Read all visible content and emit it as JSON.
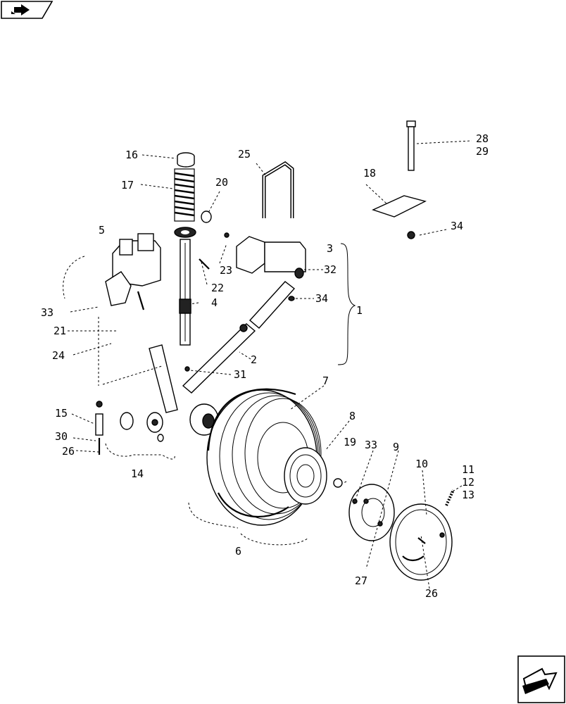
{
  "icons": {
    "top_left": "forward-arrow-tab-icon",
    "bottom_right": "next-page-arrow-icon"
  },
  "labels": {
    "l1": "1",
    "l2": "2",
    "l3": "3",
    "l4": "4",
    "l5": "5",
    "l6": "6",
    "l7": "7",
    "l8": "8",
    "l9": "9",
    "l10": "10",
    "l11": "11",
    "l12": "12",
    "l13": "13",
    "l14": "14",
    "l15": "15",
    "l16": "16",
    "l17": "17",
    "l18": "18",
    "l19": "19",
    "l20": "20",
    "l21": "21",
    "l22": "22",
    "l23": "23",
    "l24": "24",
    "l25": "25",
    "l26a": "26",
    "l26b": "26",
    "l27": "27",
    "l28": "28",
    "l29": "29",
    "l30": "30",
    "l31": "31",
    "l32": "32",
    "l33a": "33",
    "l33b": "33",
    "l34a": "34",
    "l34b": "34"
  }
}
